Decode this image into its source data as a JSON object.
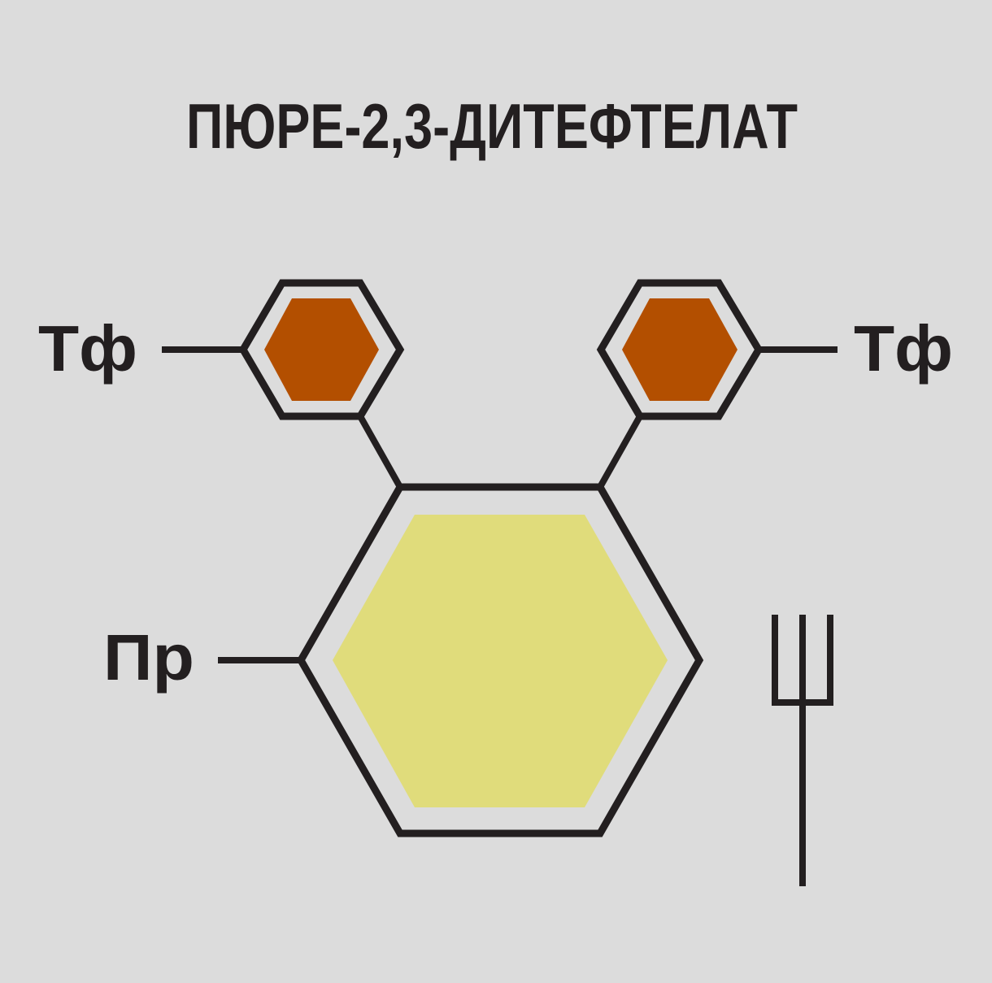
{
  "title": "ПЮРЕ-2,3-ДИТЕФТЕЛАТ",
  "labels": {
    "left_group": "Тф",
    "right_group": "Тф",
    "base_group": "Пр"
  },
  "icons": {
    "utensil": "fork-icon"
  },
  "colors": {
    "background": "#dcdcdc",
    "stroke": "#231f20",
    "small_ring_fill": "#b34f00",
    "large_ring_fill": "#e0dc7b"
  }
}
